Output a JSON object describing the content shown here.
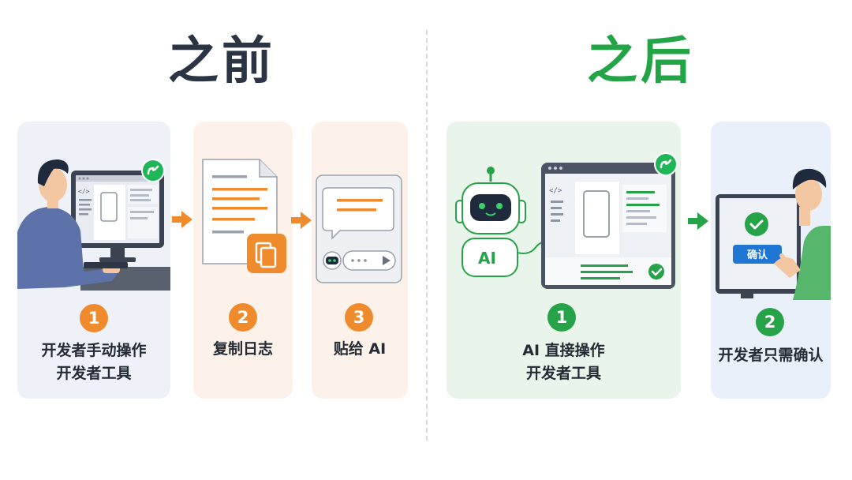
{
  "titles": {
    "before": "之前",
    "after": "之后"
  },
  "before_steps": [
    {
      "num": "1",
      "line1": "开发者手动操作",
      "line2": "开发者工具"
    },
    {
      "num": "2",
      "line1": "复制日志"
    },
    {
      "num": "3",
      "line1": "贴给 AI"
    }
  ],
  "after_steps": [
    {
      "num": "1",
      "line1": "AI 直接操作",
      "line2": "开发者工具"
    },
    {
      "num": "2",
      "line1": "开发者只需确认"
    }
  ],
  "illustration_text": {
    "code_tag": "</>",
    "robot_badge": "AI",
    "confirm_button": "确认"
  },
  "colors": {
    "before_title": "#2b3443",
    "after_title": "#22a447",
    "orange_accent": "#ef8a2d",
    "green_accent": "#26a348",
    "mini_program_green": "#1fb65a"
  },
  "icons": [
    "developer-person-icon",
    "monitor-icon",
    "mini-program-icon",
    "document-icon",
    "copy-icon",
    "chat-bubble-icon",
    "robot-icon",
    "check-icon",
    "arrow-right-icon"
  ]
}
